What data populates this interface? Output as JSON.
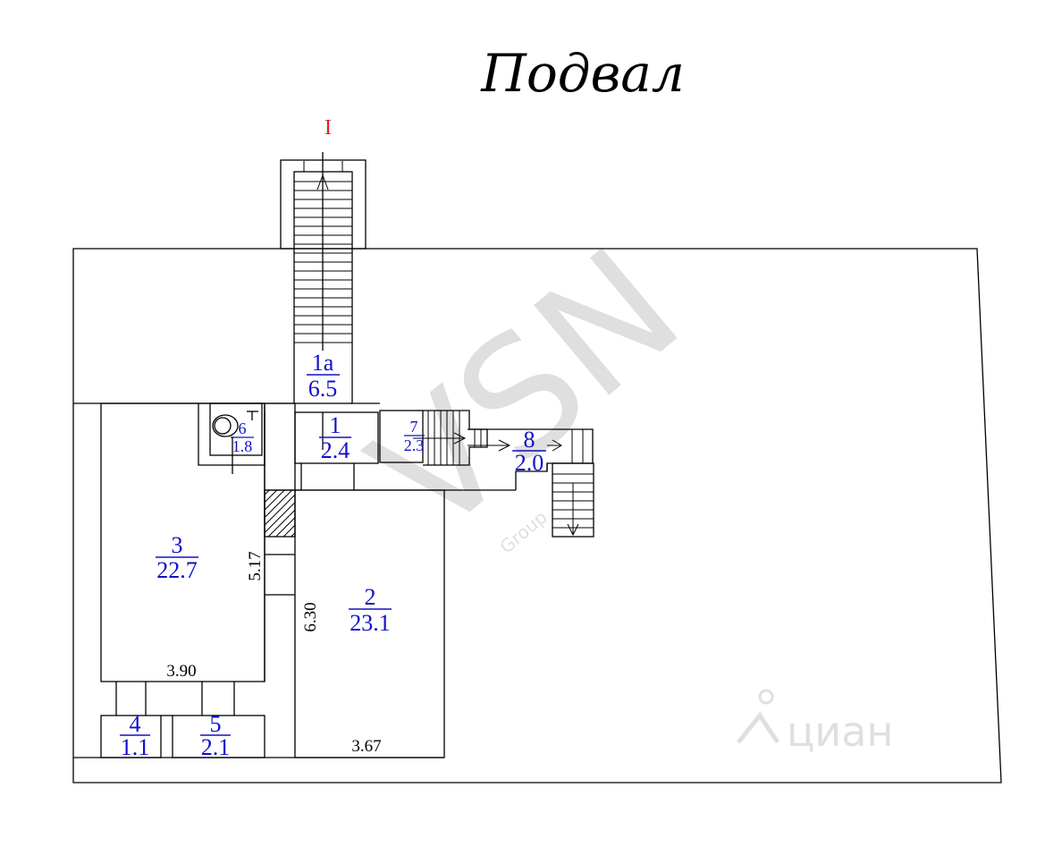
{
  "title": "Подвал",
  "section_mark": "I",
  "rooms": [
    {
      "id": "1a",
      "num": "1а",
      "area": "6.5"
    },
    {
      "id": "1",
      "num": "1",
      "area": "2.4"
    },
    {
      "id": "2",
      "num": "2",
      "area": "23.1"
    },
    {
      "id": "3",
      "num": "3",
      "area": "22.7"
    },
    {
      "id": "4",
      "num": "4",
      "area": "1.1"
    },
    {
      "id": "5",
      "num": "5",
      "area": "2.1"
    },
    {
      "id": "6",
      "num": "6",
      "area": "1.8"
    },
    {
      "id": "7",
      "num": "7",
      "area": "2.3"
    },
    {
      "id": "8",
      "num": "8",
      "area": "2.0"
    }
  ],
  "dimensions": {
    "room3_width": "3.90",
    "room3_height": "5.17",
    "room2_width": "3.67",
    "room2_height": "6.30"
  },
  "watermark": {
    "text": "VSN",
    "sub": "Group"
  },
  "brand": {
    "text": "циан"
  },
  "colors": {
    "room_label": "#1010c8",
    "section_mark": "#dd2222",
    "lines": "#000000"
  }
}
